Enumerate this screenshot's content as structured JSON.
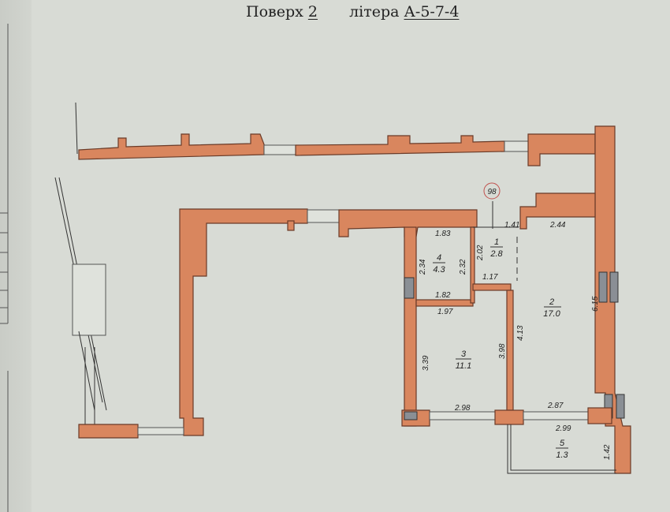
{
  "header": {
    "floor_label": "Поверх",
    "floor_value": "2",
    "letter_label": "літера",
    "letter_value": "А-5-7-4"
  },
  "marker": "98",
  "rooms": [
    {
      "number": "1",
      "area": "2.8"
    },
    {
      "number": "2",
      "area": "17.0"
    },
    {
      "number": "3",
      "area": "11.1"
    },
    {
      "number": "4",
      "area": "4.3"
    },
    {
      "number": "5",
      "area": "1.3"
    }
  ],
  "dimensions": {
    "r1_top": "1.41",
    "r1_side": "2.02",
    "r1_bottom": "1.17",
    "r2_top": "2.44",
    "r2_side": "6.15",
    "r2_left": "4.13",
    "r2_bottom": "2.87",
    "r3_top": "1.97",
    "r3_left": "3.39",
    "r3_right": "3.98",
    "r3_bottom": "2.98",
    "r4_top": "1.83",
    "r4_left": "2.34",
    "r4_right": "2.32",
    "r4_bottom": "1.82",
    "r5_top": "2.99",
    "r5_side": "1.42"
  }
}
